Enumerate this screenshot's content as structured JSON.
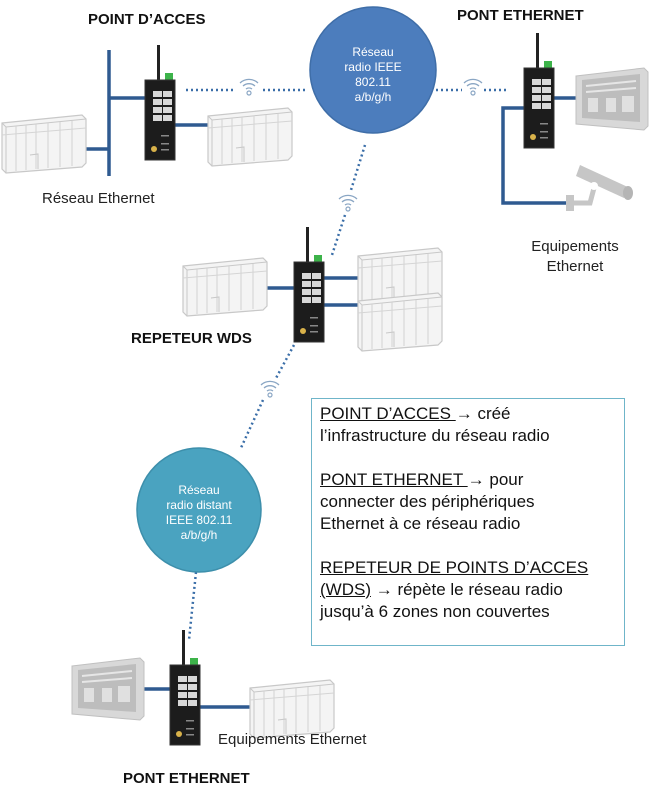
{
  "colors": {
    "wire": "#2f5a90",
    "access_circle": "#4c7dbd",
    "remote_circle": "#4aa3c0",
    "dotted_link": "#3a6ea8",
    "legend_border": "#6fb5c9",
    "device_body": "#1a1a1a",
    "terminal_green": "#3db34a",
    "equipment_gray": "#c8c8c8"
  },
  "titles": {
    "access_point": "POINT D’ACCES",
    "bridge_top": "PONT ETHERNET",
    "repeater": "REPETEUR WDS",
    "bridge_bottom": "PONT ETHERNET"
  },
  "labels": {
    "ethernet_network": "Réseau Ethernet",
    "equipment_top_line1": "Equipements",
    "equipment_top_line2": "Ethernet",
    "equipment_bottom": "Equipements Ethernet"
  },
  "networks": {
    "main": [
      "Réseau",
      "radio IEEE",
      "802.11",
      "a/b/g/h"
    ],
    "remote": [
      "Réseau",
      "radio distant",
      "IEEE 802.11",
      "a/b/g/h"
    ]
  },
  "icons": {
    "wifi": "wifi-icon",
    "router": "industrial-router-icon",
    "plc": "plc-rack-icon",
    "hmi": "hmi-panel-icon",
    "camera": "security-camera-icon"
  },
  "legend": {
    "items": [
      {
        "term": "POINT D’ACCES ",
        "arrow": "→",
        "desc_line1": " créé",
        "desc_rest": [
          "l’infrastructure du réseau radio"
        ]
      },
      {
        "term": "PONT ETHERNET ",
        "arrow": "→",
        "desc_line1": " pour",
        "desc_rest": [
          "connecter des périphériques",
          "Ethernet à ce réseau radio"
        ]
      },
      {
        "term": "REPETEUR DE POINTS D’ACCES",
        "term2": "(WDS)",
        "arrow": "→",
        "desc_line1": " répète le réseau radio",
        "desc_rest": [
          "jusqu’à 6 zones non couvertes"
        ]
      }
    ]
  }
}
